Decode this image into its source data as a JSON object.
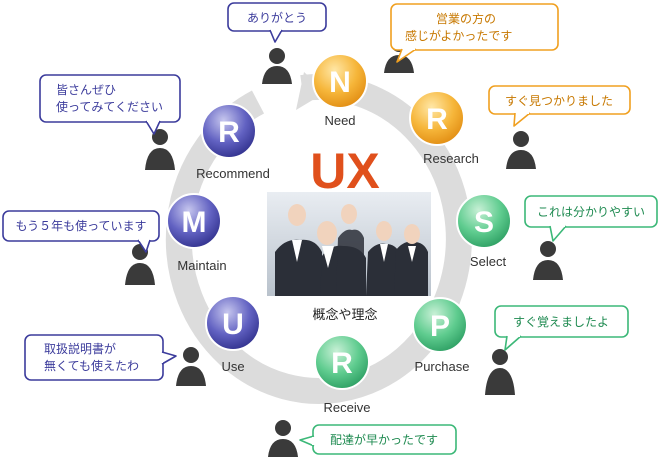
{
  "center": {
    "title": "UX",
    "caption": "概念や理念"
  },
  "colors": {
    "orange": "#f0a020",
    "green": "#3cb878",
    "blue": "#3c3c9c",
    "ux_title": "#e0501c",
    "ring": "#dcdcdc"
  },
  "stages": [
    {
      "letter": "N",
      "label": "Need"
    },
    {
      "letter": "R",
      "label": "Research"
    },
    {
      "letter": "S",
      "label": "Select"
    },
    {
      "letter": "P",
      "label": "Purchase"
    },
    {
      "letter": "R",
      "label": "Receive"
    },
    {
      "letter": "U",
      "label": "Use"
    },
    {
      "letter": "M",
      "label": "Maintain"
    },
    {
      "letter": "R",
      "label": "Recommend"
    }
  ],
  "bubbles": {
    "arigatou": [
      "ありがとう"
    ],
    "eigyou": [
      "営業の方の",
      "感じがよかったです"
    ],
    "sugumitsukari": [
      "すぐ見つかりました"
    ],
    "wakariyasui": [
      "これは分かりやすい"
    ],
    "oboemashita": [
      "すぐ覚えましたよ"
    ],
    "haitatsu": [
      "配達が早かったです"
    ],
    "torisetsu": [
      "取扱説明書が",
      "無くても使えたわ"
    ],
    "gonen": [
      "もう５年も使っています"
    ],
    "minasan": [
      "皆さんぜひ",
      "使ってみてください"
    ]
  }
}
